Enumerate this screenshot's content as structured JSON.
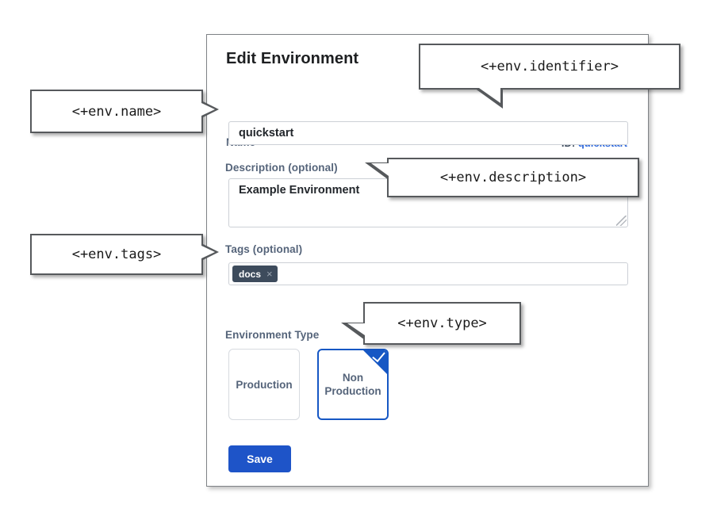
{
  "panel": {
    "title": "Edit Environment",
    "identifier_prefix": "ID:",
    "identifier_value": "quickstart",
    "fields": {
      "name": {
        "label": "Name",
        "value": "quickstart"
      },
      "description": {
        "label": "Description (optional)",
        "value": "Example Environment"
      },
      "tags": {
        "label": "Tags (optional)",
        "chips": [
          {
            "label": "docs",
            "remove_icon": "×"
          }
        ]
      },
      "environment_type": {
        "label": "Environment Type",
        "options": [
          {
            "label": "Production",
            "selected": false
          },
          {
            "label": "Non Production",
            "selected": true
          }
        ]
      }
    },
    "save_label": "Save"
  },
  "annotations": {
    "name": "<+env.name>",
    "identifier": "<+env.identifier>",
    "description": "<+env.description>",
    "tags": "<+env.tags>",
    "type": "<+env.type>"
  },
  "colors": {
    "accent_blue": "#1e54c8",
    "link_blue": "#2b66db",
    "label_slate": "#55647a",
    "chip_dark": "#3d4b5c",
    "callout_border": "#56595c"
  }
}
